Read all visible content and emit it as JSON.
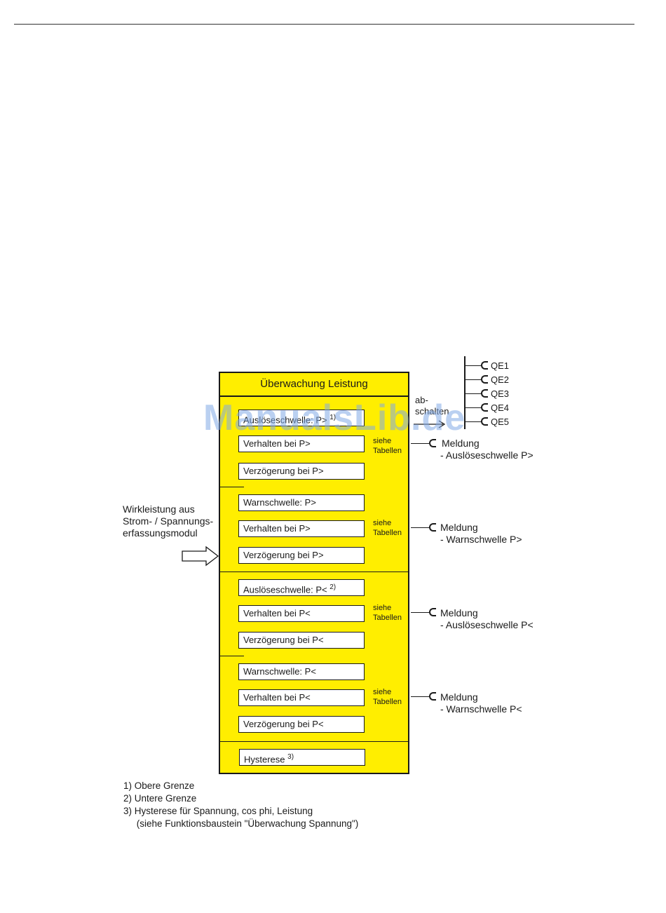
{
  "block_title": "Überwachung Leistung",
  "params": [
    {
      "label": "Auslöseschwelle: P>",
      "sup": "1)"
    },
    {
      "label": "Verhalten bei P>",
      "sup": ""
    },
    {
      "label": "Verzögerung bei P>",
      "sup": ""
    },
    {
      "label": "Warnschwelle: P>",
      "sup": ""
    },
    {
      "label": "Verhalten bei P>",
      "sup": ""
    },
    {
      "label": "Verzögerung bei P>",
      "sup": ""
    },
    {
      "label": "Auslöseschwelle: P<",
      "sup": "2)"
    },
    {
      "label": "Verhalten bei P<",
      "sup": ""
    },
    {
      "label": "Verzögerung bei P<",
      "sup": ""
    },
    {
      "label": "Warnschwelle: P<",
      "sup": ""
    },
    {
      "label": "Verhalten bei P<",
      "sup": ""
    },
    {
      "label": "Verzögerung bei P<",
      "sup": ""
    },
    {
      "label": "Hysterese",
      "sup": "3)"
    }
  ],
  "siehe": {
    "line1": "siehe",
    "line2": "Tabellen"
  },
  "outputs": [
    {
      "title": "Meldung",
      "detail": "- Auslöseschwelle P>"
    },
    {
      "title": "Meldung",
      "detail": "- Warnschwelle P>"
    },
    {
      "title": "Meldung",
      "detail": "- Auslöseschwelle P<"
    },
    {
      "title": "Meldung",
      "detail": "- Warnschwelle P<"
    }
  ],
  "input": {
    "line1": "Wirkleistung aus",
    "line2": "Strom- / Spannungs-",
    "line3": "erfassungsmodul"
  },
  "abschalten": {
    "line1": "ab-",
    "line2": "schalten"
  },
  "qe_outputs": [
    "QE1",
    "QE2",
    "QE3",
    "QE4",
    "QE5"
  ],
  "footnotes": [
    "1)  Obere Grenze",
    "2)  Untere Grenze",
    "3)  Hysterese für Spannung, cos phi, Leistung",
    "     (siehe Funktionsbaustein \"Überwachung Spannung\")"
  ],
  "watermark": "ManualsLib.de",
  "colors": {
    "block_fill": "#ffee00",
    "line": "#1a1a1a",
    "watermark": "#82aae6"
  }
}
